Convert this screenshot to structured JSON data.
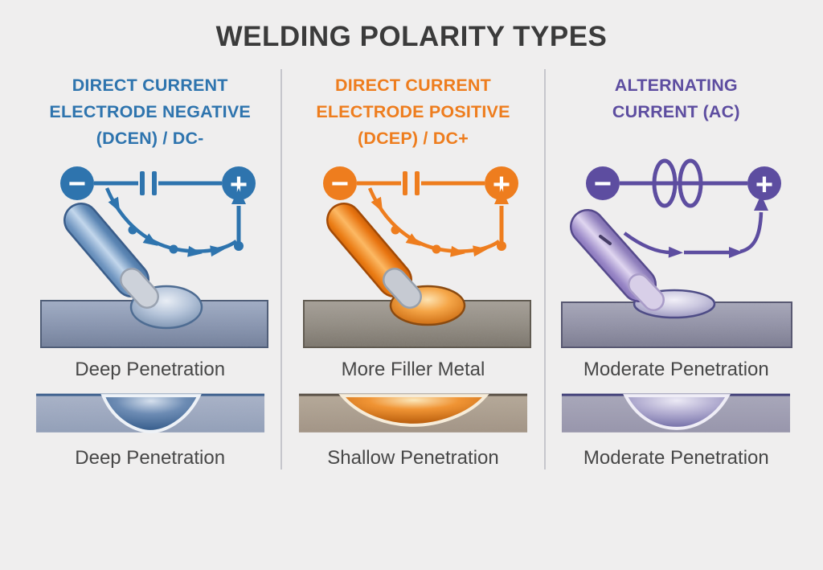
{
  "title": "WELDING POLARITY TYPES",
  "terminals": {
    "minus": "−",
    "plus": "+"
  },
  "colors": {
    "background": "#efeeee",
    "title-color": "#3b3b3b",
    "label-color": "#474747",
    "divider-color": "#c6c6cc",
    "accent-1": "#2e74ae",
    "accent-2": "#ee7d1e",
    "accent-3": "#5d4da0"
  },
  "columns": [
    {
      "id": "dcen",
      "heading_lines": [
        "DIRECT CURRENT",
        "ELECTRODE NEGATIVE",
        "(DCEN) / DC-"
      ],
      "label_top": "Deep Penetration",
      "label_bottom": "Deep Penetration"
    },
    {
      "id": "dcep",
      "heading_lines": [
        "DIRECT CURRENT",
        "ELECTRODE POSITIVE",
        "(DCEP) / DC+"
      ],
      "label_top": "More Filler Metal",
      "label_bottom": "Shallow Penetration"
    },
    {
      "id": "ac",
      "heading_lines": [
        "ALTERNATING",
        "CURRENT (AC)"
      ],
      "label_top": "Moderate Penetration",
      "label_bottom": "Moderate Penetration"
    }
  ]
}
